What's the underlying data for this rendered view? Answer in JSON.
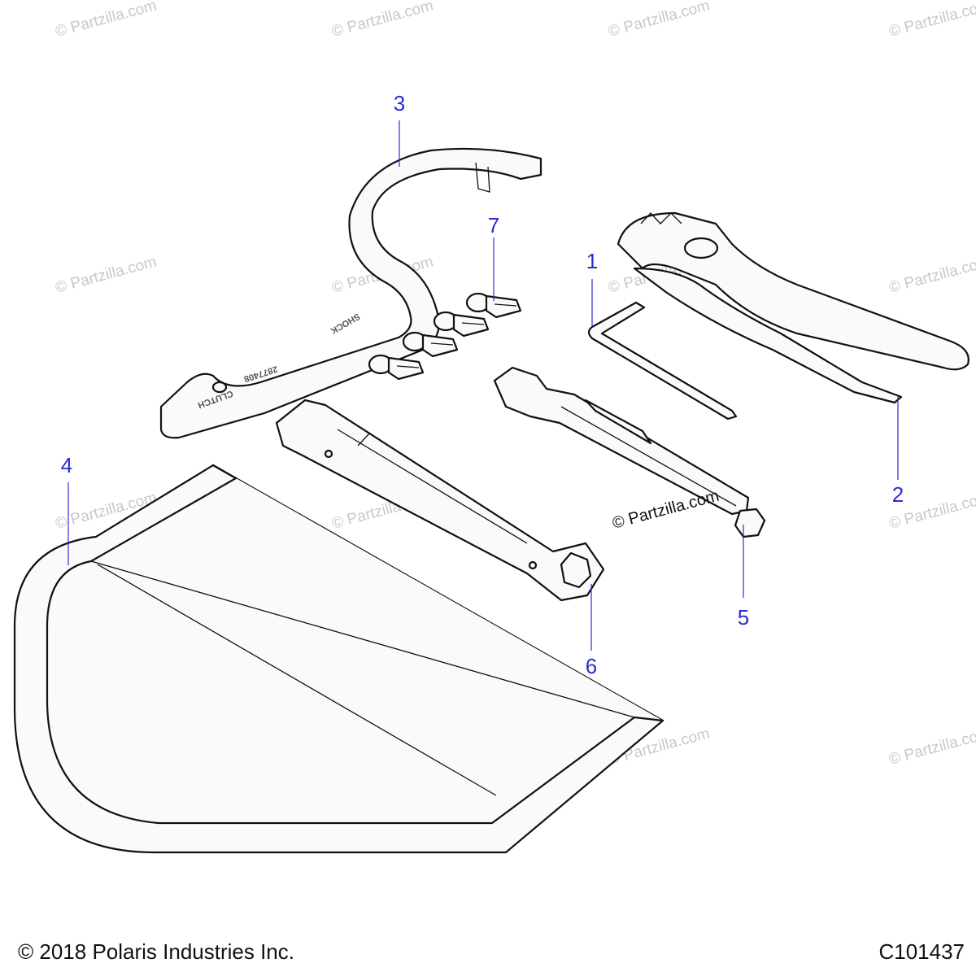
{
  "watermark": "© Partzilla.com",
  "callouts": [
    "1",
    "2",
    "3",
    "4",
    "5",
    "6",
    "7"
  ],
  "wrench_stamps": [
    "CLUTCH",
    "2877408",
    "SHOCK"
  ],
  "footer": {
    "copyright": "© 2018 Polaris Industries Inc.",
    "diagram_id": "C101437"
  }
}
